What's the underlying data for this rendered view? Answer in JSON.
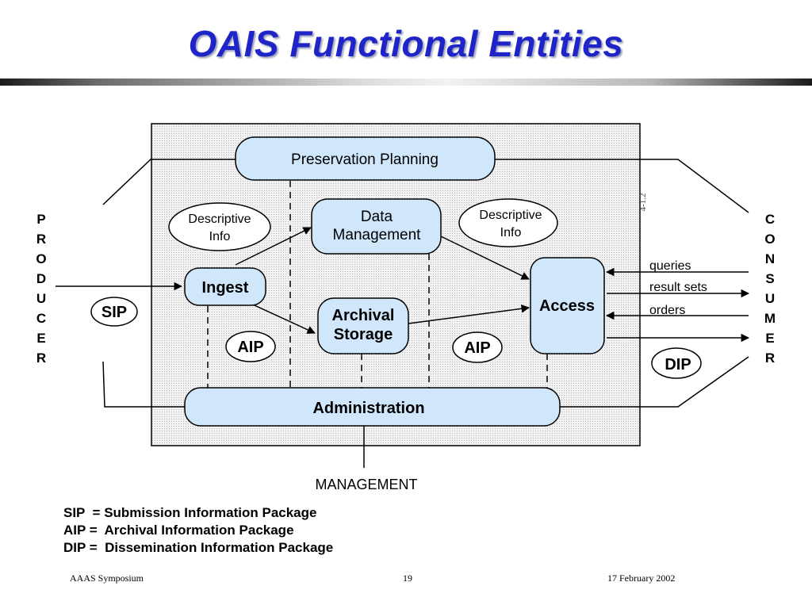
{
  "slide": {
    "title": "OAIS Functional Entities"
  },
  "diagram": {
    "entities": {
      "preservation_planning": "Preservation Planning",
      "data_management_line1": "Data",
      "data_management_line2": "Management",
      "ingest": "Ingest",
      "archival_storage_line1": "Archival",
      "archival_storage_line2": "Storage",
      "access": "Access",
      "administration": "Administration"
    },
    "descriptive_info_left": {
      "line1": "Descriptive",
      "line2": "Info"
    },
    "descriptive_info_right": {
      "line1": "Descriptive",
      "line2": "Info"
    },
    "packages": {
      "sip": "SIP",
      "aip_left": "AIP",
      "aip_right": "AIP",
      "dip": "DIP"
    },
    "producer_letters": [
      "P",
      "R",
      "O",
      "D",
      "U",
      "C",
      "E",
      "R"
    ],
    "consumer_letters": [
      "C",
      "O",
      "N",
      "S",
      "U",
      "M",
      "E",
      "R"
    ],
    "consumer_flows": [
      "queries",
      "result sets",
      "orders"
    ],
    "management_label": "MANAGEMENT",
    "page_ref": "4-1.2"
  },
  "legend": {
    "lines": [
      "SIP  = Submission Information Package",
      "AIP =  Archival Information Package",
      "DIP =  Dissemination Information Package"
    ]
  },
  "footer": {
    "left": "AAAS Symposium",
    "center": "19",
    "right": "17 February 2002"
  },
  "colors": {
    "title": "#1f24c8",
    "entity_fill": "#cfe6fb",
    "panel_fill": "#e9e9e9"
  }
}
